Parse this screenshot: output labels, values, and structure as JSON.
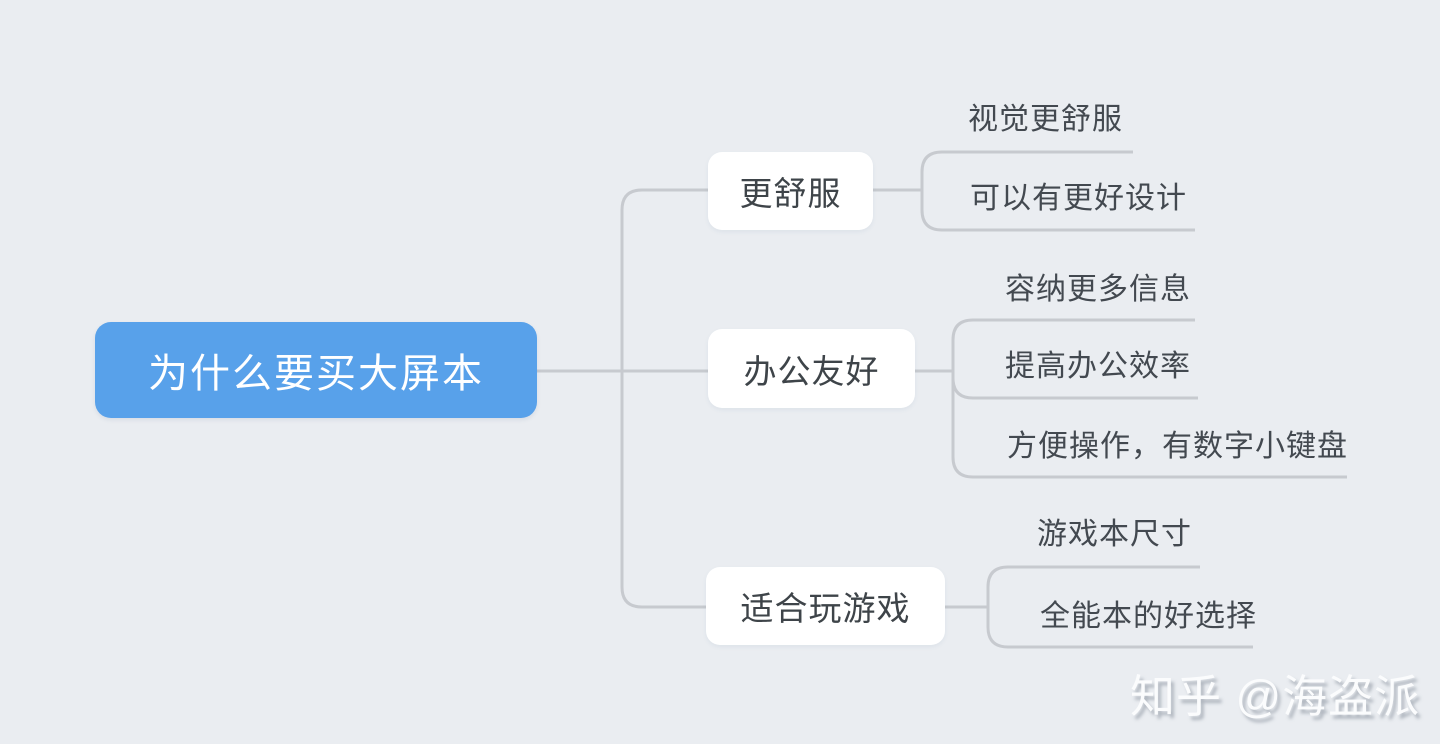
{
  "canvas": {
    "background_color": "#eaedf1",
    "connector_color": "#c7cacf",
    "root_color": "#58a1ea",
    "root_text_color": "#ffffff",
    "node_text_color": "#3e4449"
  },
  "root": {
    "label": "为什么要买大屏本"
  },
  "branches": [
    {
      "label": "更舒服",
      "children": [
        {
          "label": "视觉更舒服"
        },
        {
          "label": "可以有更好设计"
        }
      ]
    },
    {
      "label": "办公友好",
      "children": [
        {
          "label": "容纳更多信息"
        },
        {
          "label": "提高办公效率"
        },
        {
          "label": "方便操作，有数字小键盘"
        }
      ]
    },
    {
      "label": "适合玩游戏",
      "children": [
        {
          "label": "游戏本尺寸"
        },
        {
          "label": "全能本的好选择"
        }
      ]
    }
  ],
  "watermark": {
    "label": "知乎 @海盗派"
  }
}
